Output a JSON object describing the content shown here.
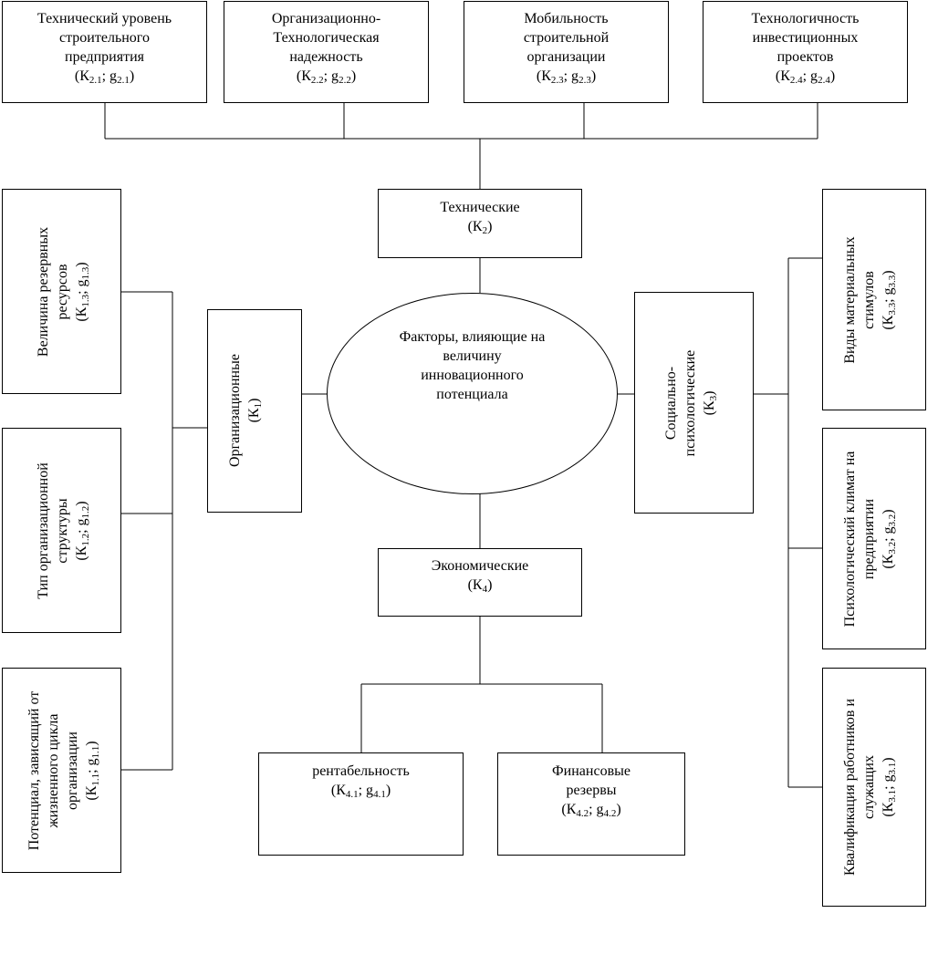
{
  "center": {
    "lines": [
      "Факторы, влияющие на",
      "величину",
      "инновационного",
      "потенциала"
    ]
  },
  "factors": {
    "technical": {
      "label": "Технические",
      "code": "(К",
      "sub": "2",
      "close": ")"
    },
    "economic": {
      "label": "Экономические",
      "code": "(К",
      "sub": "4",
      "close": ")"
    },
    "organizational": {
      "label": "Организационные",
      "code": "(К",
      "sub": "1",
      "close": ")"
    },
    "socio_psych": {
      "line1": "Социально-",
      "line2": "психологические",
      "code": "(К",
      "sub": "3",
      "close": ")"
    }
  },
  "technical_subfactors": [
    {
      "lines": [
        "Технический уровень",
        "строительного",
        "предприятия"
      ],
      "k": "(К",
      "ksub": "2.1",
      "g": "; g",
      "gsub": "2.1",
      "close": ")"
    },
    {
      "lines": [
        "Организационно-",
        "Технологическая",
        "надежность"
      ],
      "k": "(К",
      "ksub": "2.2",
      "g": "; g",
      "gsub": "2.2",
      "close": ")"
    },
    {
      "lines": [
        "Мобильность",
        "строительной",
        "организации"
      ],
      "k": "(К",
      "ksub": "2.3",
      "g": "; g",
      "gsub": "2.3",
      "close": ")"
    },
    {
      "lines": [
        "Технологичность",
        "инвестиционных",
        "проектов"
      ],
      "k": "(К",
      "ksub": "2.4",
      "g": "; g",
      "gsub": "2.4",
      "close": ")"
    }
  ],
  "economic_subfactors": [
    {
      "lines": [
        "рентабельность"
      ],
      "k": "(К",
      "ksub": "4.1",
      "g": "; g",
      "gsub": "4.1",
      "close": ")"
    },
    {
      "lines": [
        "Финансовые",
        "резервы"
      ],
      "k": "(К",
      "ksub": "4.2",
      "g": "; g",
      "gsub": "4.2",
      "close": ")"
    }
  ],
  "organizational_subfactors": [
    {
      "lines": [
        "Величина резервных",
        "ресурсов"
      ],
      "k": "(К",
      "ksub": "1.3",
      "g": "; g",
      "gsub": "1.3",
      "close": ")"
    },
    {
      "lines": [
        "Тип организационной",
        "структуры"
      ],
      "k": "(К",
      "ksub": "1.2",
      "g": "; g",
      "gsub": "1.2",
      "close": ")"
    },
    {
      "lines": [
        "Потенциал, зависящий от",
        "жизненного цикла",
        "организации"
      ],
      "k": "(К",
      "ksub": "1.1",
      "g": "; g",
      "gsub": "1.1",
      "close": ")"
    }
  ],
  "socio_subfactors": [
    {
      "lines": [
        "Виды материальных",
        "стимулов"
      ],
      "k": "(К",
      "ksub": "3.3",
      "g": "; g",
      "gsub": "3.3",
      "close": ")"
    },
    {
      "lines": [
        "Психологический климат на",
        "предприятии"
      ],
      "k": "(К",
      "ksub": "3.2",
      "g": "; g",
      "gsub": "3.2",
      "close": ")"
    },
    {
      "lines": [
        "Квалификация работников и",
        "служащих"
      ],
      "k": "(К",
      "ksub": "3.1",
      "g": "; g",
      "gsub": "3.1",
      "close": ")"
    }
  ]
}
